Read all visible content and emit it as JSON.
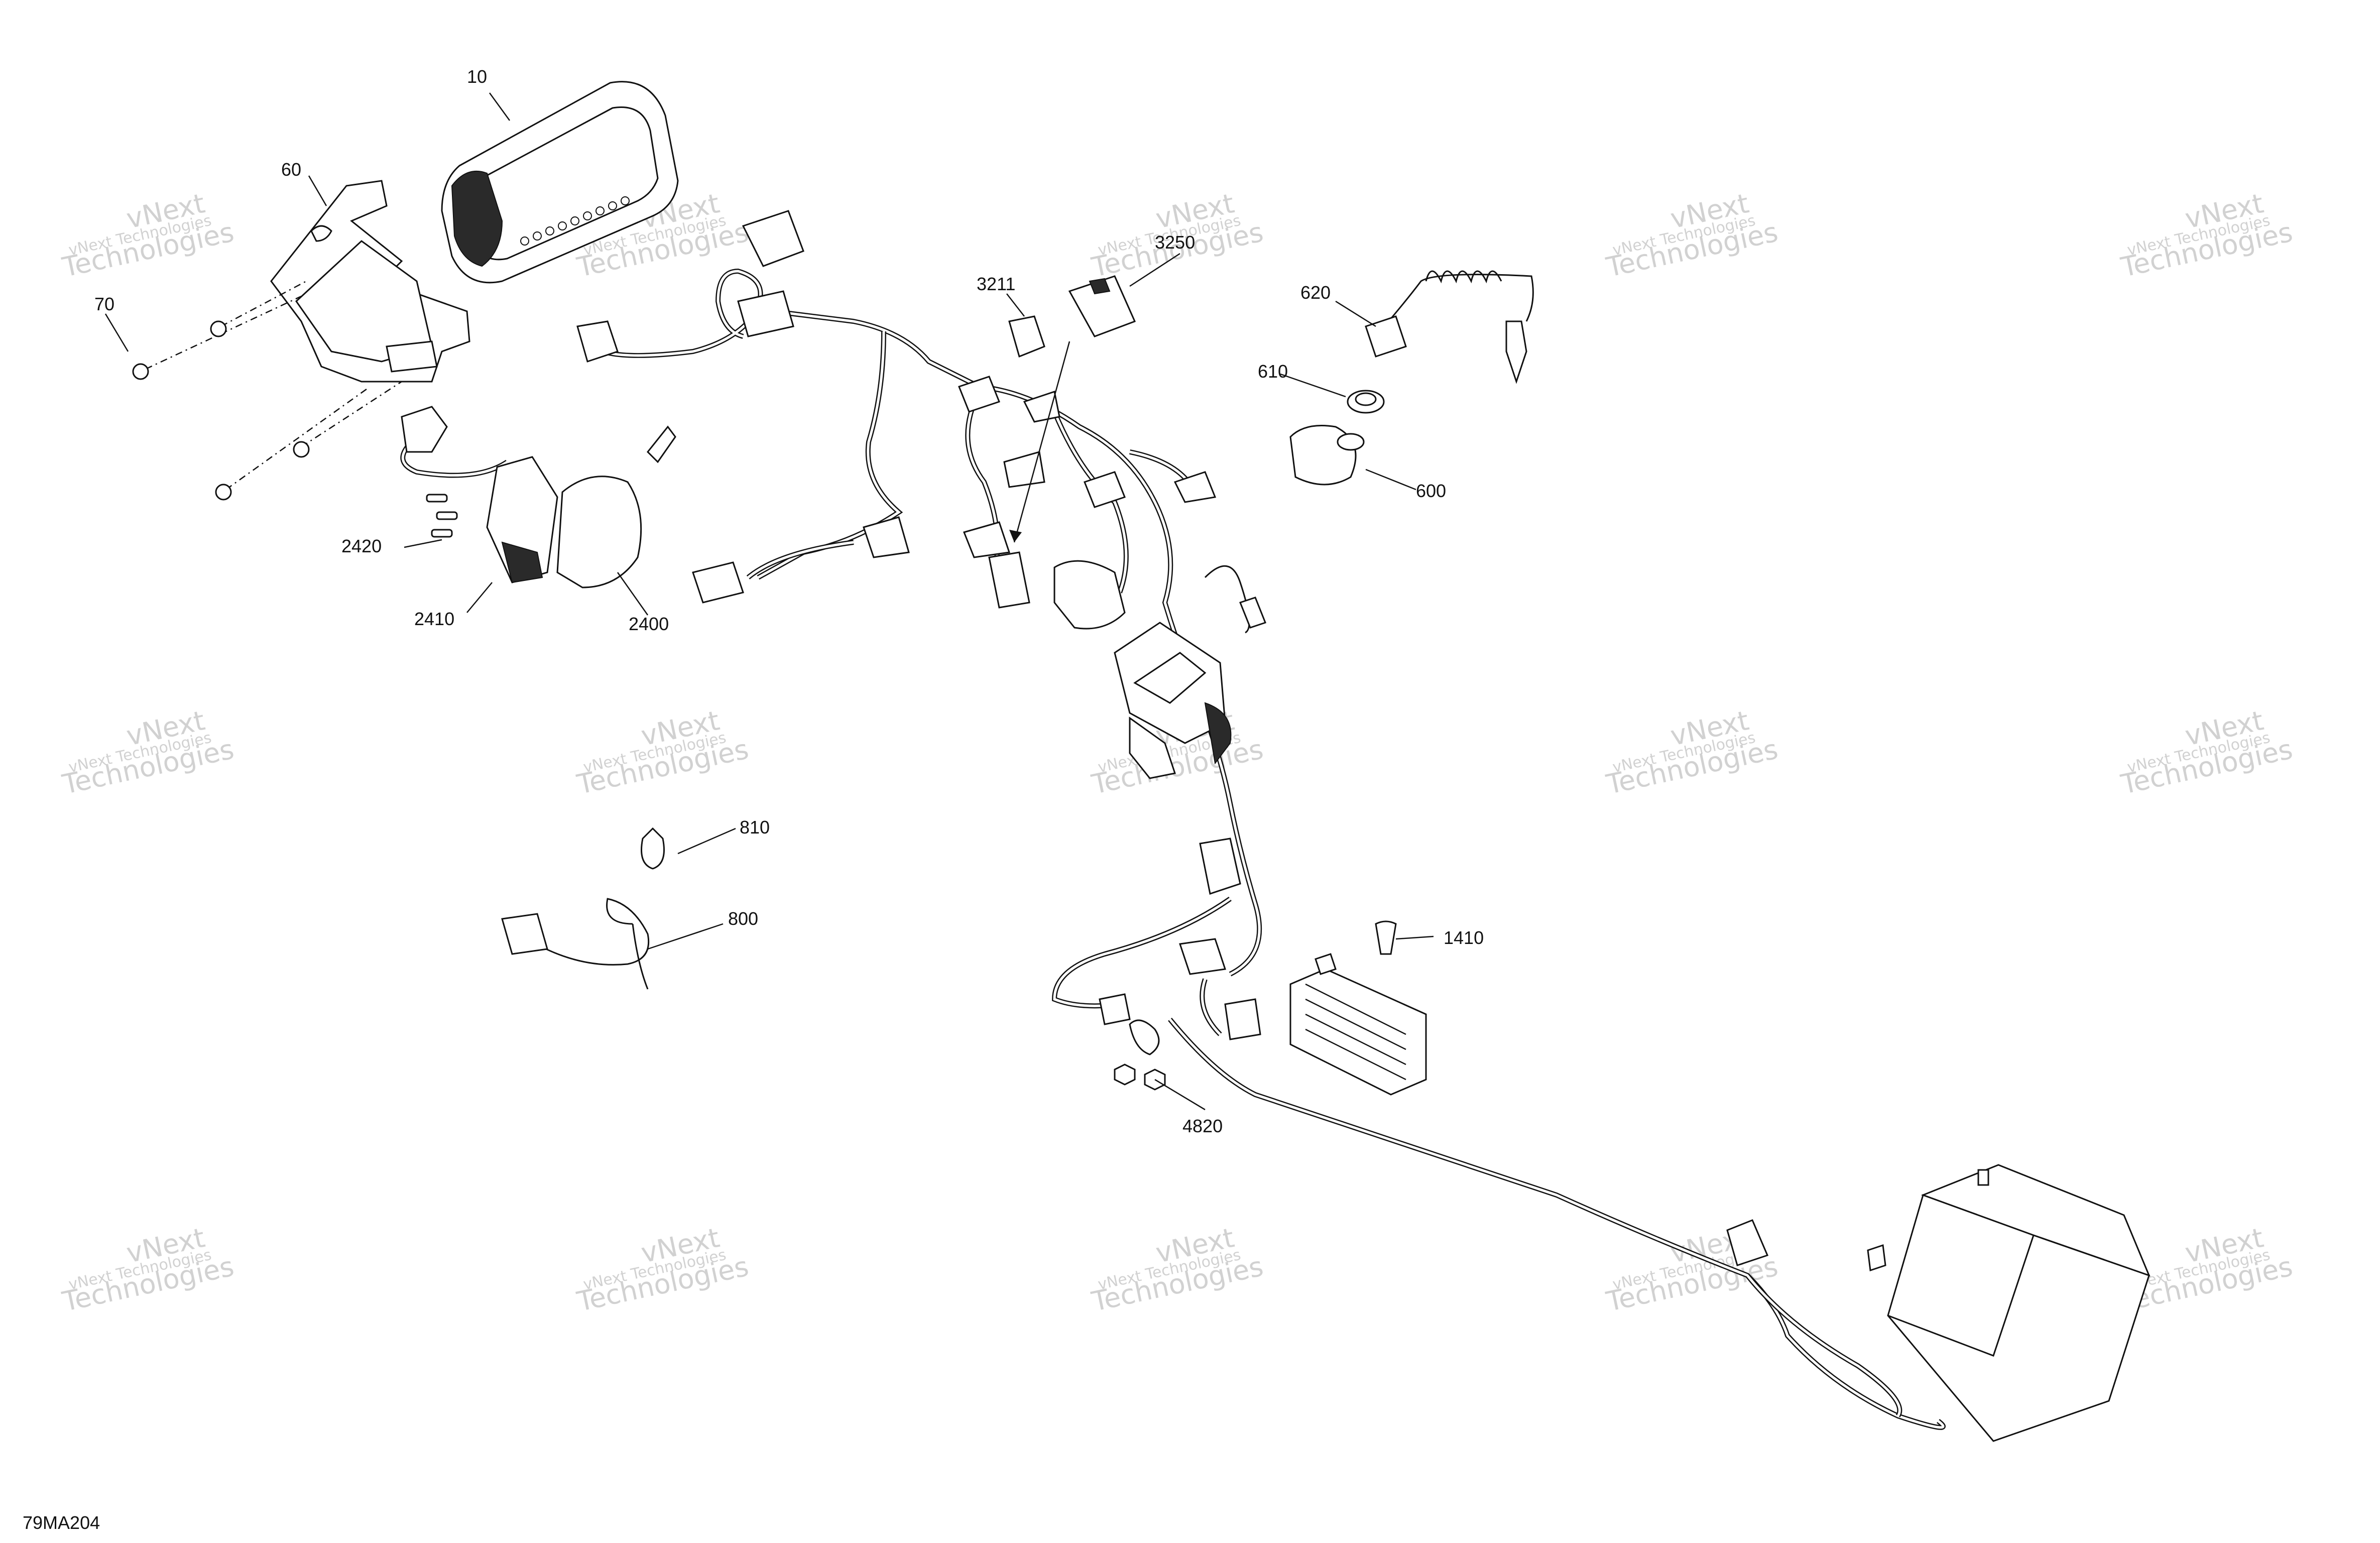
{
  "drawing_id": "79MA204",
  "watermark": {
    "line1": "vNext Technologies",
    "line2": "vNext",
    "line3": "Technologies"
  },
  "callouts": [
    {
      "id": "callout-10",
      "label": "10"
    },
    {
      "id": "callout-60",
      "label": "60"
    },
    {
      "id": "callout-70",
      "label": "70"
    },
    {
      "id": "callout-3211",
      "label": "3211"
    },
    {
      "id": "callout-3250",
      "label": "3250"
    },
    {
      "id": "callout-620",
      "label": "620"
    },
    {
      "id": "callout-610",
      "label": "610"
    },
    {
      "id": "callout-600",
      "label": "600"
    },
    {
      "id": "callout-2420",
      "label": "2420"
    },
    {
      "id": "callout-2410",
      "label": "2410"
    },
    {
      "id": "callout-2400",
      "label": "2400"
    },
    {
      "id": "callout-810",
      "label": "810"
    },
    {
      "id": "callout-800",
      "label": "800"
    },
    {
      "id": "callout-1410",
      "label": "1410"
    },
    {
      "id": "callout-4820",
      "label": "4820"
    }
  ]
}
